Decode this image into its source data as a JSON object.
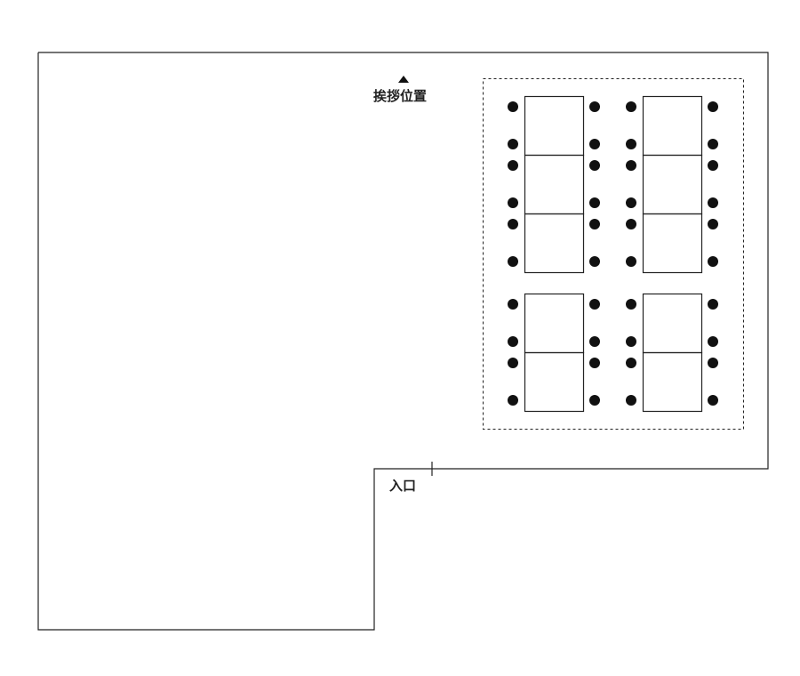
{
  "labels": {
    "greeting_position": "挨拶位置",
    "entrance": "入口"
  },
  "layout": {
    "table_groups": [
      {
        "columns": 2,
        "tables_per_column": 3,
        "seats_per_table": 4
      },
      {
        "columns": 2,
        "tables_per_column": 2,
        "seats_per_table": 4
      }
    ]
  },
  "colors": {
    "line": "#222222",
    "seat": "#111111"
  }
}
